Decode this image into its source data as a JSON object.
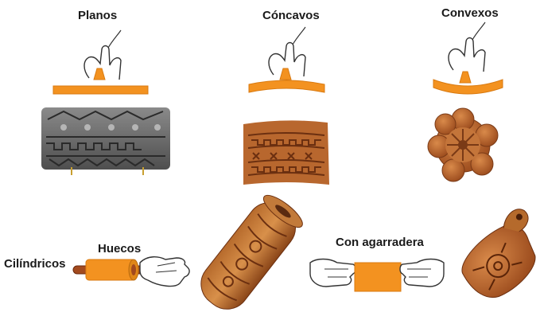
{
  "labels": {
    "planos": "Planos",
    "concavos": "Cóncavos",
    "convexos": "Convexos",
    "cilindricos": "Cilíndricos",
    "huecos": "Huecos",
    "con_agarradera": "Con agarradera"
  },
  "colors": {
    "orange": "#f39220",
    "orange_dark": "#d97a10",
    "stone_gray": "#6e6e6e",
    "clay": "#b8672e",
    "clay_dark": "#7a3a16",
    "hand_line": "#333333"
  },
  "icons": [
    "flat-stamp-hand-icon",
    "concave-stamp-hand-icon",
    "convex-stamp-hand-icon",
    "hollow-roller-hands-icon",
    "handled-stamp-hands-icon"
  ]
}
